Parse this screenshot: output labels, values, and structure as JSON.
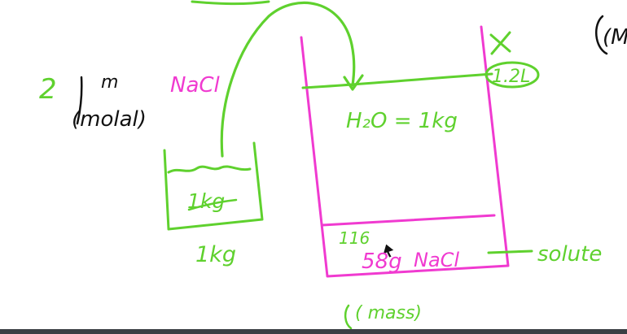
{
  "colors": {
    "green": "#5fd12e",
    "pink": "#f03ad0",
    "black": "#111111",
    "background": "#ffffff",
    "bottom_bar": "#3a3f44"
  },
  "labels": {
    "number_two": "2",
    "m_fraction_top": "m",
    "molal": "(molal)",
    "nacl_top": "NaCl",
    "beaker_1kg": "1kg",
    "below_beaker_1kg": "1kg",
    "water_eq": "H₂O = 1kg",
    "volume_circled": "1.2L",
    "cross": "X",
    "count_116": "116",
    "salt_58g": "58g",
    "salt_nacl": "NaCl",
    "solute": "solute",
    "mass": "( mass)",
    "corner_text": "(Mr"
  },
  "icons": {
    "cursor": "cursor-arrow-icon"
  }
}
